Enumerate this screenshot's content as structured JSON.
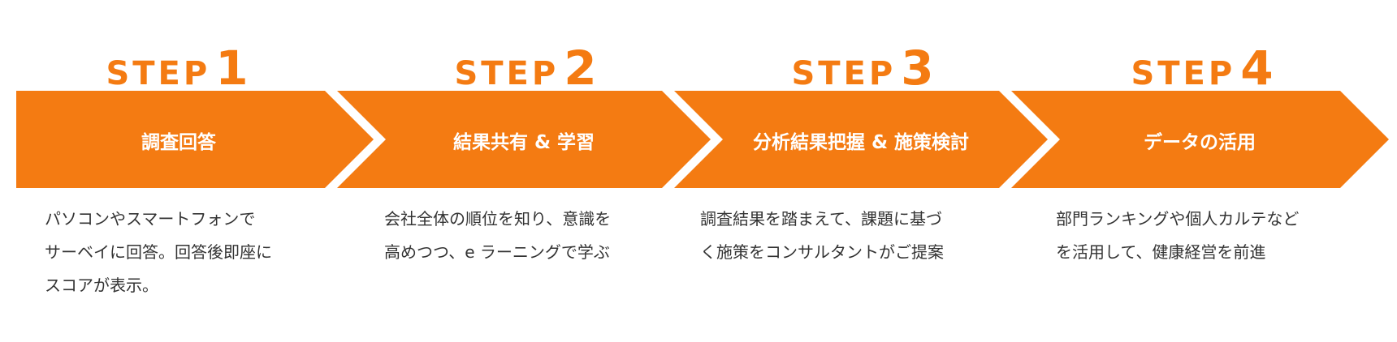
{
  "colors": {
    "accent": "#f47b12",
    "text": "#333333",
    "label_text": "#ffffff"
  },
  "steps": [
    {
      "word": "STEP",
      "number": "1",
      "label": "調査回答",
      "desc": [
        "パソコンやスマートフォンで",
        "サーベイに回答。回答後即座に",
        "スコアが表示。"
      ]
    },
    {
      "word": "STEP",
      "number": "2",
      "label": "結果共有 & 学習",
      "desc": [
        "会社全体の順位を知り、意識を",
        "高めつつ、e ラーニングで学ぶ"
      ]
    },
    {
      "word": "STEP",
      "number": "3",
      "label": "分析結果把握 & 施策検討",
      "desc": [
        "調査結果を踏まえて、課題に基づ",
        "く施策をコンサルタントがご提案"
      ]
    },
    {
      "word": "STEP",
      "number": "4",
      "label": "データの活用",
      "desc": [
        "部門ランキングや個人カルテなど",
        "を活用して、健康経営を前進"
      ]
    }
  ]
}
